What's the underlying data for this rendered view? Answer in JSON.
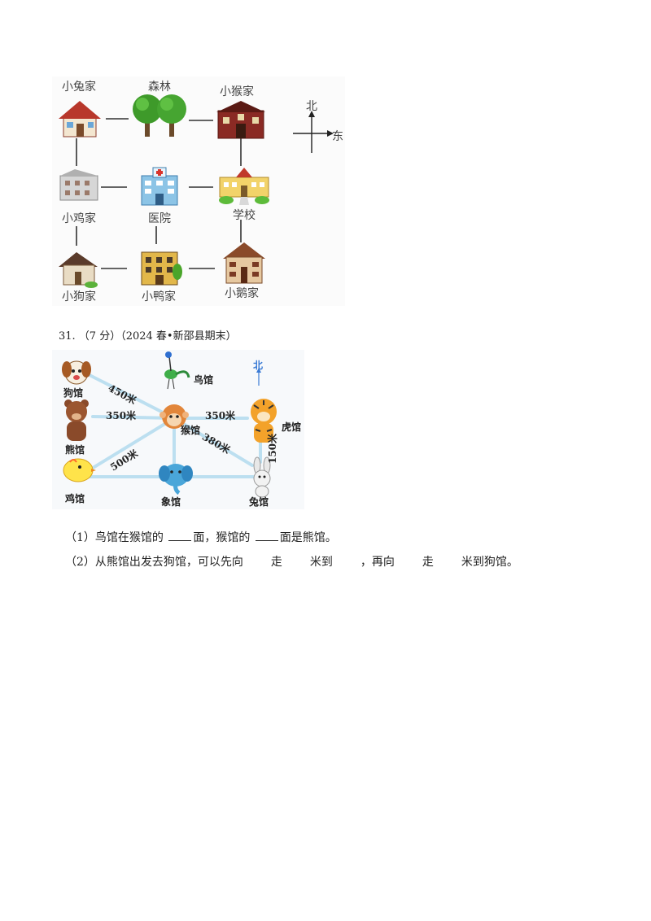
{
  "map1": {
    "places": {
      "rabbit_home": "小兔家",
      "forest": "森林",
      "monkey_home": "小猴家",
      "chicken_home": "小鸡家",
      "hospital": "医院",
      "school": "学校",
      "dog_home": "小狗家",
      "duck_home": "小鸭家",
      "goose_home": "小鹅家"
    },
    "compass": {
      "north": "北",
      "east": "东"
    }
  },
  "question31": {
    "header": "31. （7 分）（2024 春•新邵县期末）",
    "zoo": {
      "bird": "鸟馆",
      "dog": "狗馆",
      "bear": "熊馆",
      "monkey": "猴馆",
      "tiger": "虎馆",
      "chicken": "鸡馆",
      "elephant": "象馆",
      "rabbit": "兔馆",
      "north": "北",
      "d_dog_monkey": "450米",
      "d_bear_monkey": "350米",
      "d_chicken_monkey": "500米",
      "d_monkey_tiger": "350米",
      "d_monkey_rabbit": "380米",
      "d_tiger_rabbit": "150米"
    },
    "q1": {
      "part1": "（1）鸟馆在猴馆的 ",
      "part2": "面，猴馆的 ",
      "part3": "面是熊馆。"
    },
    "q2": {
      "part1": "（2）从熊馆出发去狗馆，可以先向",
      "part2": "走",
      "part3": "米到",
      "part4": "，再向",
      "part5": "走",
      "part6": "米到狗馆。"
    }
  }
}
